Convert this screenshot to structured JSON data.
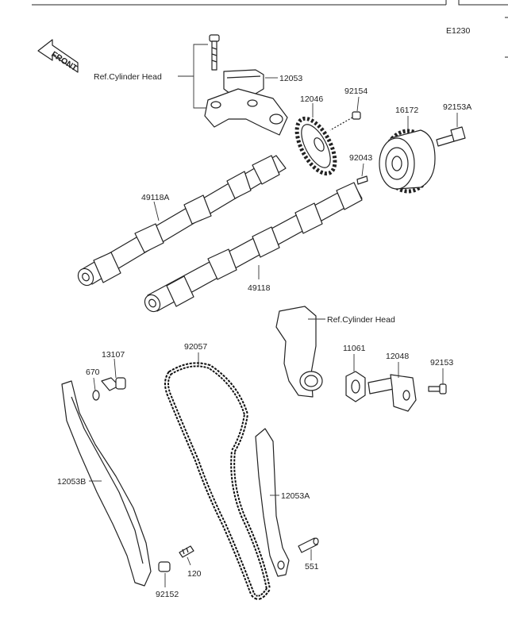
{
  "figure_code": "E1230",
  "front_arrow": "FRONT",
  "callouts": {
    "ref_head_top": "Ref.Cylinder Head",
    "c12053": "12053",
    "c12046": "12046",
    "c92154": "92154",
    "c16172": "16172",
    "c92153A": "92153A",
    "c92043": "92043",
    "c49118A": "49118A",
    "c49118": "49118",
    "ref_head_mid": "Ref.Cylinder Head",
    "c92057": "92057",
    "c13107": "13107",
    "c670": "670",
    "c11061": "11061",
    "c12048": "12048",
    "c92153": "92153",
    "c12053B": "12053B",
    "c12053A": "12053A",
    "c551": "551",
    "c120": "120",
    "c92152": "92152"
  }
}
